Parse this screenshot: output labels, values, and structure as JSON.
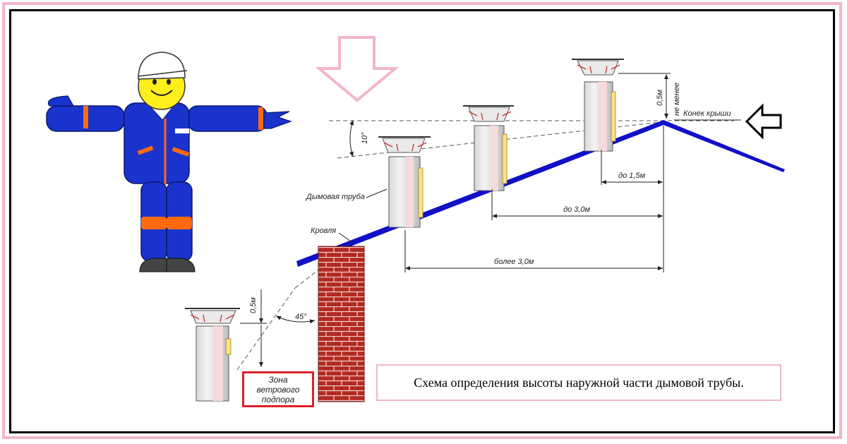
{
  "caption": "Схема определения высоты наружной части дымовой трубы.",
  "wind_zone": "Зона ветрового\nподпора",
  "labels": {
    "ridge": "Конек крыши",
    "not_less": "не менее",
    "half_meter_top": "0,5м",
    "half_meter_low": "0,5м",
    "angle_10": "10°",
    "angle_45": "45°",
    "chimney": "Дымовая труба",
    "roofing": "Кровля",
    "up_to_1_5": "до 1,5м",
    "up_to_3_0": "до 3,0м",
    "more_3_0": "более 3,0м"
  },
  "colors": {
    "roof": "#1010c8",
    "brick": "#b22a22",
    "suit": "#1a33cc",
    "accent_orange": "#ff6a10",
    "highlight_pink": "#f3b6c6",
    "wind_box_border": "#e0202a"
  },
  "icons": [
    "down-arrow-icon",
    "left-arrow-icon",
    "worker-figure"
  ]
}
